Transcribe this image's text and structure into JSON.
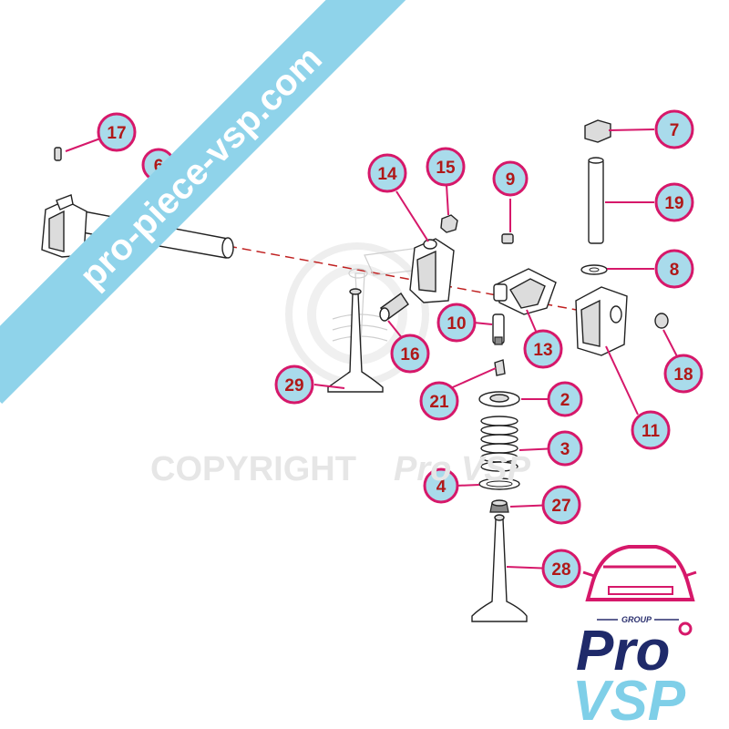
{
  "watermark": {
    "banner_text": "pro-piece-vsp.com",
    "copyright_text": "COPYRIGHT",
    "copyright_brand": "Pro VSP"
  },
  "logo": {
    "group_text": "GROUP",
    "pro_text": "Pro",
    "vsp_text": "VSP",
    "colors": {
      "navy": "#1f2a6a",
      "sky": "#7fcfe8",
      "magenta": "#d6186a"
    }
  },
  "callouts": [
    {
      "id": "c17",
      "label": "17"
    },
    {
      "id": "c6",
      "label": "6"
    },
    {
      "id": "c14",
      "label": "14"
    },
    {
      "id": "c15",
      "label": "15"
    },
    {
      "id": "c9",
      "label": "9"
    },
    {
      "id": "c7",
      "label": "7"
    },
    {
      "id": "c19",
      "label": "19"
    },
    {
      "id": "c8",
      "label": "8"
    },
    {
      "id": "c10",
      "label": "10"
    },
    {
      "id": "c16",
      "label": "16"
    },
    {
      "id": "c13",
      "label": "13"
    },
    {
      "id": "c18",
      "label": "18"
    },
    {
      "id": "c29",
      "label": "29"
    },
    {
      "id": "c21",
      "label": "21"
    },
    {
      "id": "c2",
      "label": "2"
    },
    {
      "id": "c11",
      "label": "11"
    },
    {
      "id": "c3",
      "label": "3"
    },
    {
      "id": "c4",
      "label": "4"
    },
    {
      "id": "c27",
      "label": "27"
    },
    {
      "id": "c28",
      "label": "28"
    }
  ],
  "colors": {
    "callout_fill": "#a9dbeb",
    "callout_stroke": "#d6186a",
    "label_text": "#b01818",
    "banner": "#8fd3ea"
  }
}
